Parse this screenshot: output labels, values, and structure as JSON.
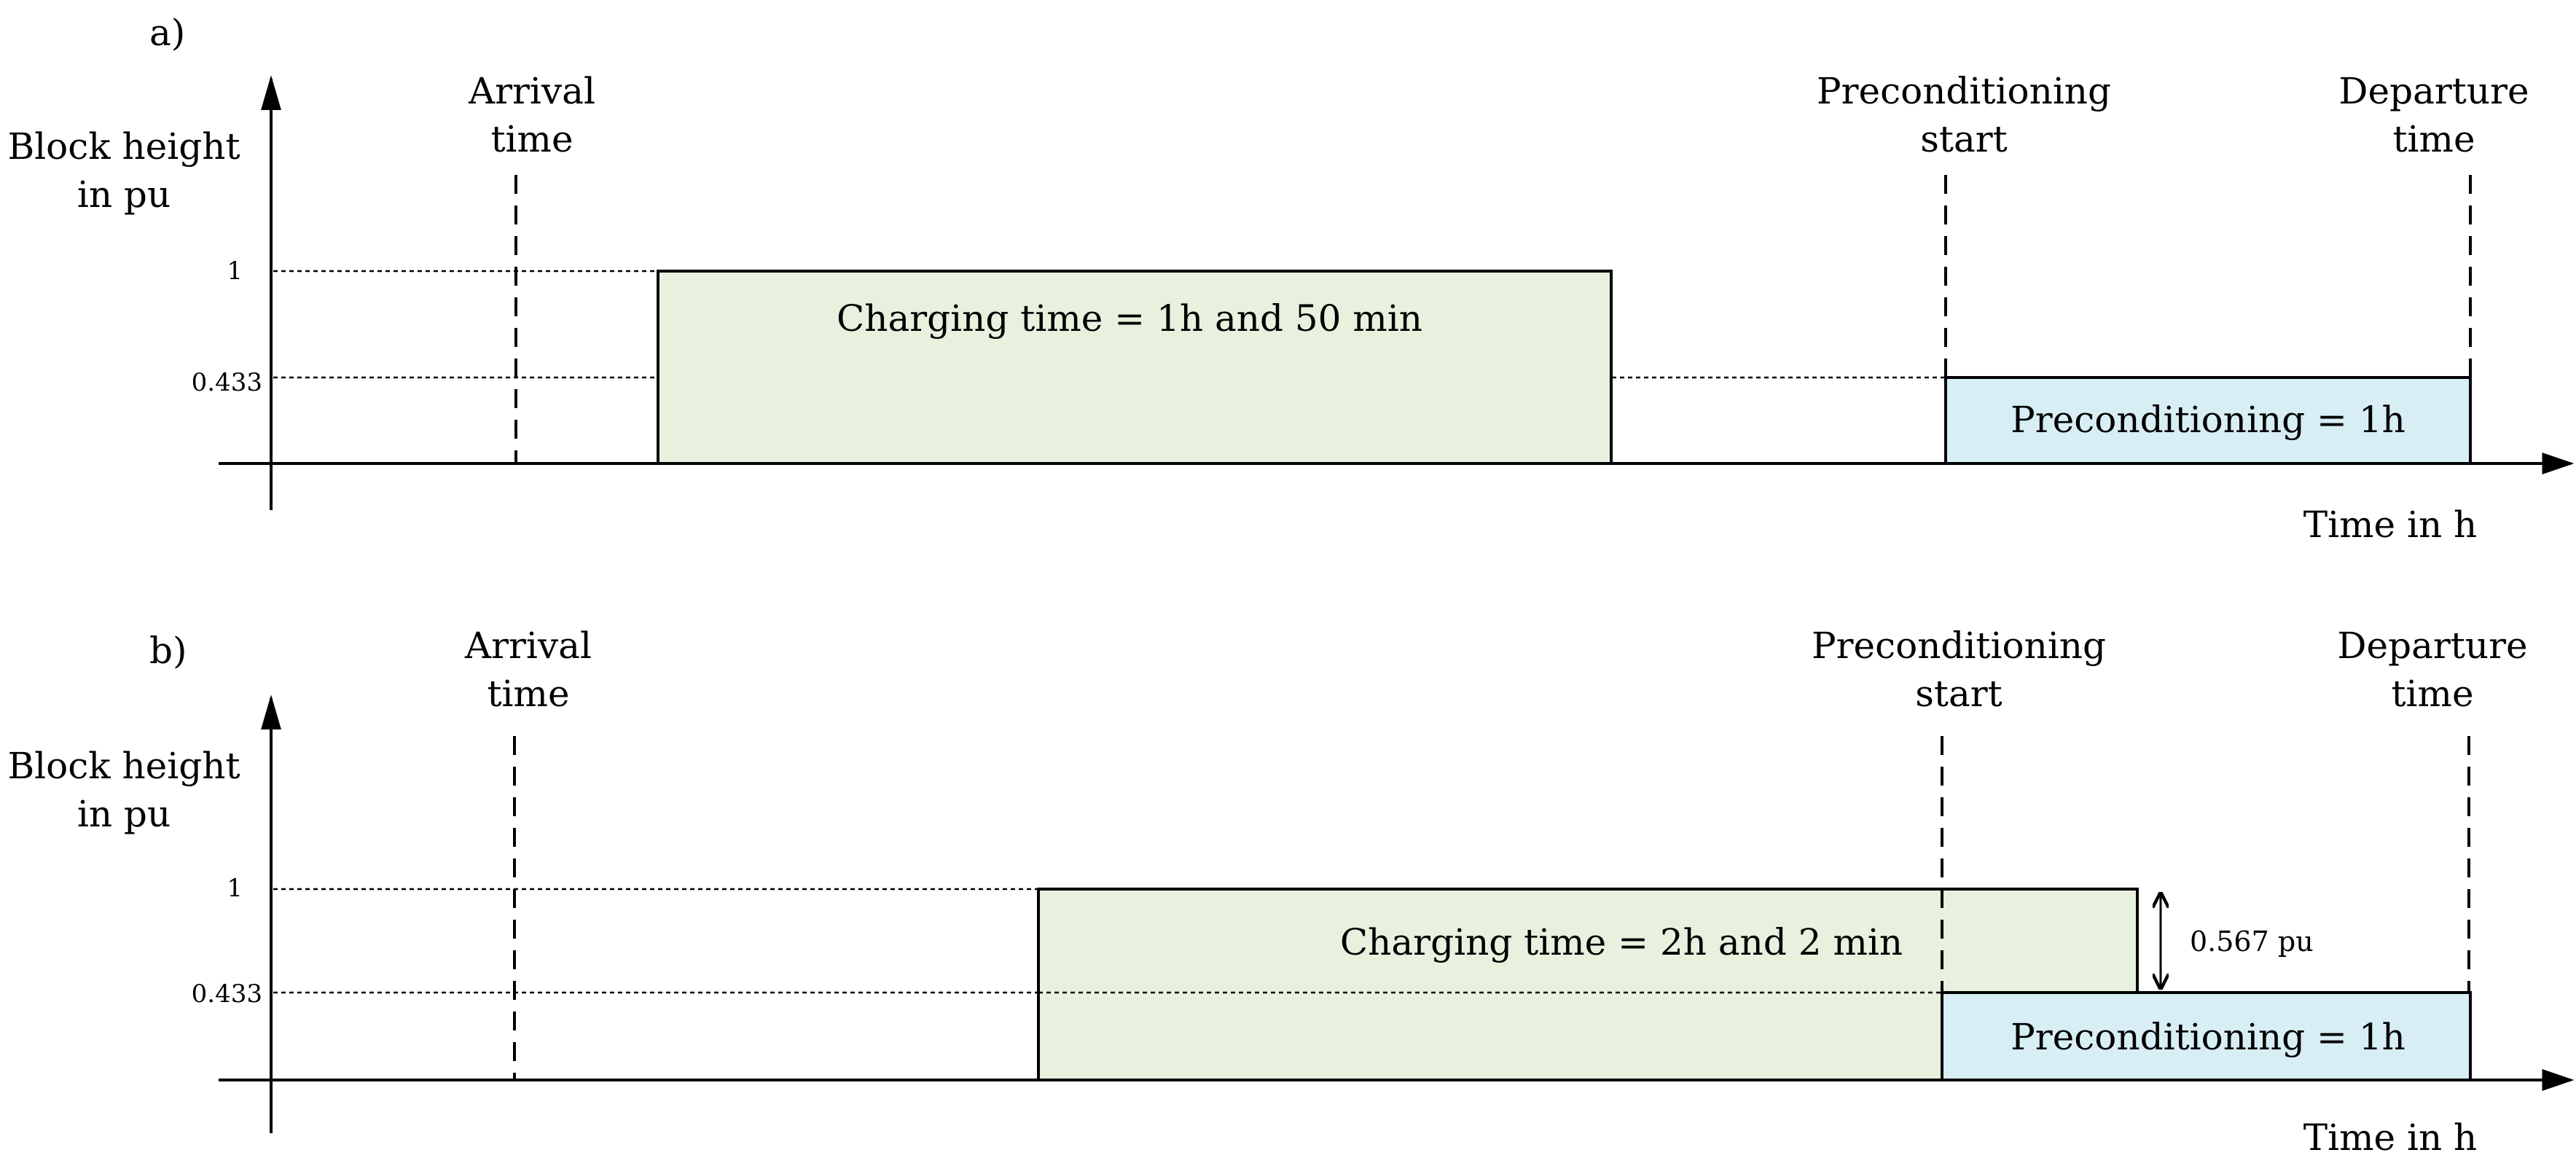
{
  "colors": {
    "charging_fill": "#e8f1de",
    "preconditioning_fill": "#d7eef4",
    "line": "#000000"
  },
  "panels": [
    {
      "tag": "a)",
      "y_axis_label": [
        "Block height",
        "in pu"
      ],
      "x_axis_label": "Time in h",
      "ticks": [
        "1",
        "0.433"
      ],
      "arrival_label": [
        "Arrival",
        "time"
      ],
      "precond_start_label": [
        "Preconditioning",
        "start"
      ],
      "departure_label": [
        "Departure",
        "time"
      ],
      "charging_label": "Charging time = 1h and 50 min",
      "preconditioning_label": "Preconditioning = 1h",
      "difference_label": ""
    },
    {
      "tag": "b)",
      "y_axis_label": [
        "Block height",
        "in pu"
      ],
      "x_axis_label": "Time in h",
      "ticks": [
        "1",
        "0.433"
      ],
      "arrival_label": [
        "Arrival",
        "time"
      ],
      "precond_start_label": [
        "Preconditioning",
        "start"
      ],
      "departure_label": [
        "Departure",
        "time"
      ],
      "charging_label": "Charging time = 2h and 2 min",
      "preconditioning_label": "Preconditioning = 1h",
      "difference_label": "0.567 pu"
    }
  ]
}
